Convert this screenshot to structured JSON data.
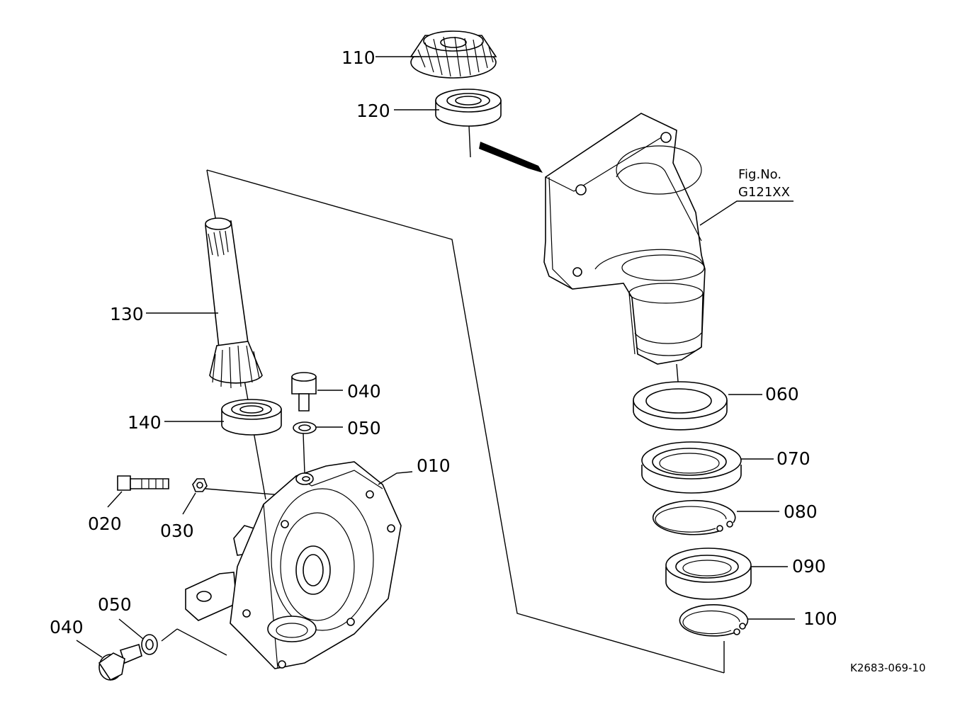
{
  "labels": {
    "p110": "110",
    "p120": "120",
    "p130": "130",
    "p140": "140",
    "p040a": "040",
    "p050a": "050",
    "p010": "010",
    "p020": "020",
    "p030": "030",
    "p050b": "050",
    "p040b": "040",
    "p060": "060",
    "p070": "070",
    "p080": "080",
    "p090": "090",
    "p100": "100"
  },
  "fig_ref": {
    "line1": "Fig.No.",
    "line2": "G121XX"
  },
  "drawing_id": "K2683-069-10"
}
